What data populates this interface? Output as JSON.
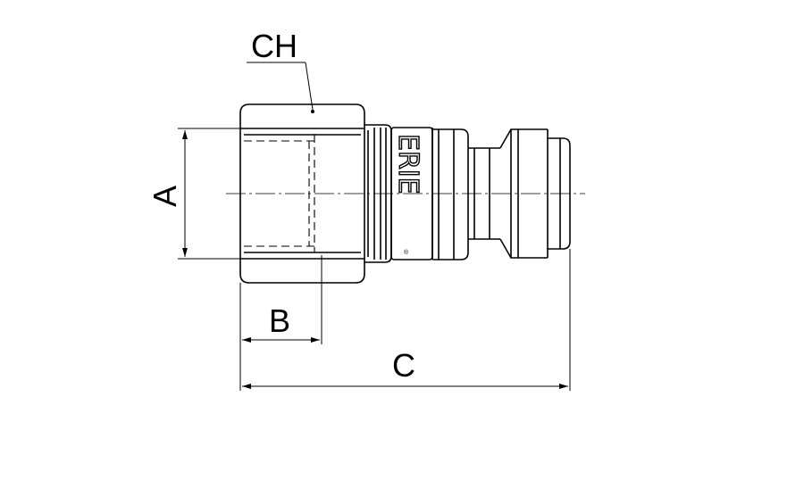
{
  "labels": {
    "hex": "CH",
    "a": "A",
    "b": "B",
    "c": "C",
    "brand": "ERIE",
    "reg": "®"
  }
}
